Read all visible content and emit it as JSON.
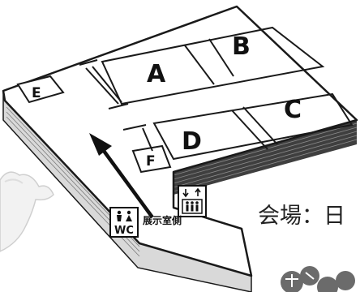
{
  "map": {
    "rooms": [
      {
        "id": "A",
        "label": "A"
      },
      {
        "id": "B",
        "label": "B"
      },
      {
        "id": "C",
        "label": "C"
      },
      {
        "id": "D",
        "label": "D"
      },
      {
        "id": "E",
        "label": "E"
      },
      {
        "id": "F",
        "label": "F"
      }
    ],
    "restroom_label": "WC",
    "exhibit_side_label": "展示室側",
    "venue_caption": "会場：日",
    "icons": [
      "restroom-icon",
      "elevator-icon",
      "direction-arrow",
      "mascot",
      "logo-badges"
    ],
    "colors": {
      "floor": "#ffffff",
      "outline": "#1a1a1a",
      "side": "#4a4a4a",
      "logo_gray": "#6b6b6b"
    }
  }
}
